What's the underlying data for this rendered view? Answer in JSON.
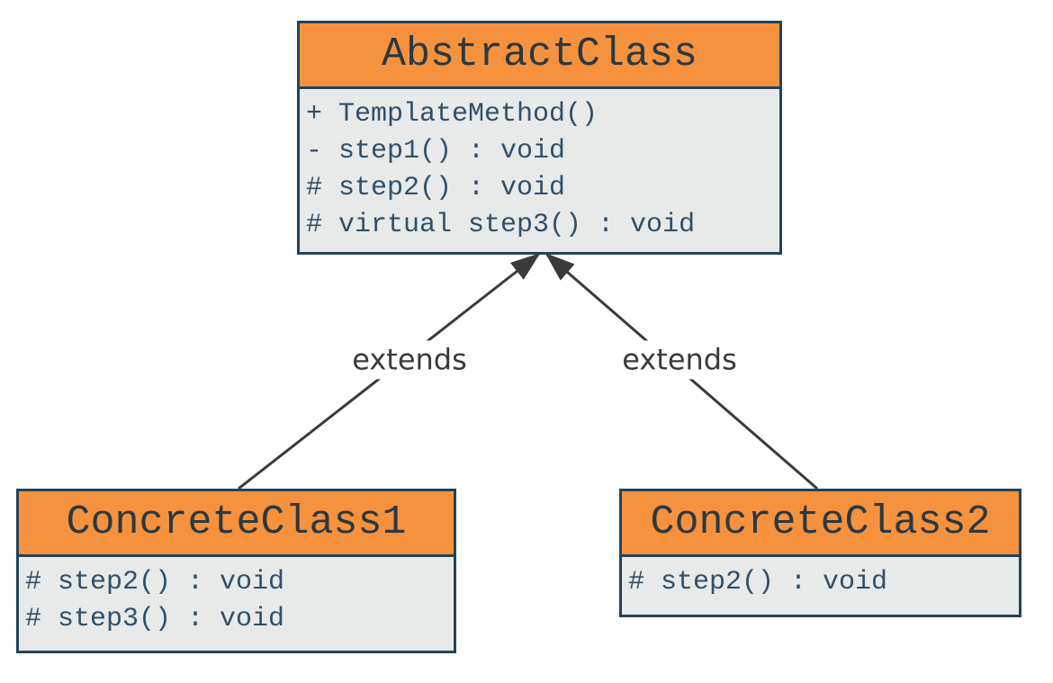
{
  "diagram": {
    "type": "uml-class-diagram",
    "background": "#ffffff",
    "colors": {
      "class_header_fill": "#f6923e",
      "class_body_fill": "#e8e9e9",
      "class_border": "#23435a",
      "class_title_text": "#2b3840",
      "method_text": "#2f5069",
      "arrow": "#3a3a3a",
      "relation_label_text": "#3a3a3a"
    },
    "classes": [
      {
        "name": "AbstractClass",
        "methods": [
          "+ TemplateMethod()",
          "- step1() : void",
          "# step2() : void",
          "# virtual step3() : void"
        ]
      },
      {
        "name": "ConcreteClass1",
        "methods": [
          "# step2() : void",
          "# step3() : void"
        ]
      },
      {
        "name": "ConcreteClass2",
        "methods": [
          "# step2() : void"
        ]
      }
    ],
    "relations": [
      {
        "from": "ConcreteClass1",
        "to": "AbstractClass",
        "label": "extends",
        "arrowhead": "filled-triangle"
      },
      {
        "from": "ConcreteClass2",
        "to": "AbstractClass",
        "label": "extends",
        "arrowhead": "filled-triangle"
      }
    ]
  }
}
